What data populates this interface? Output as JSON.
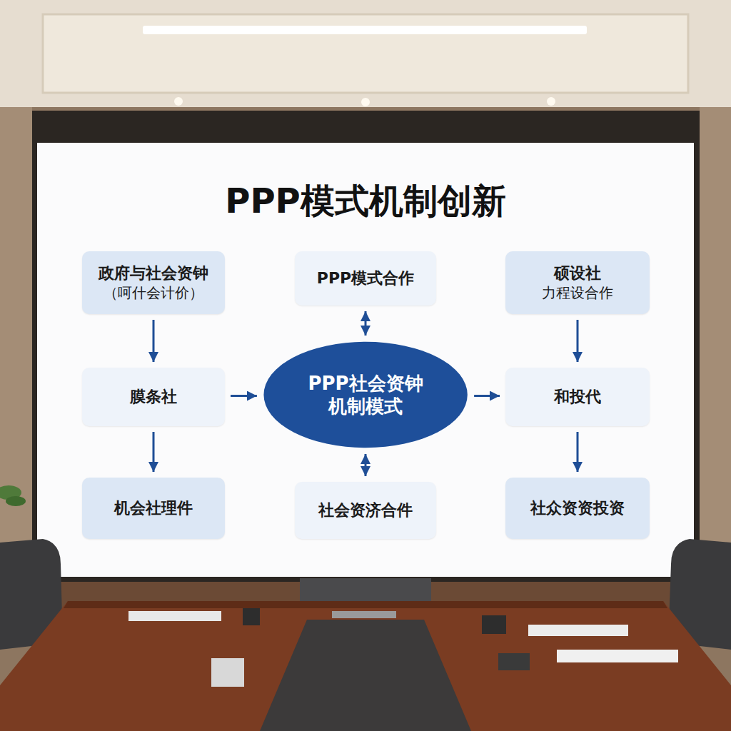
{
  "diagram": {
    "title": "PPP模式机制创新",
    "nodes": [
      {
        "text": [
          "政府与社会资钟",
          "（呵什会计价）"
        ]
      },
      {
        "text": [
          "PPP模式合作"
        ]
      },
      {
        "text": [
          "硕设社",
          "力程设合作"
        ]
      },
      {
        "text": [
          "膜条社"
        ]
      },
      {
        "text": [
          "PPP社会资钟 机制模式"
        ]
      },
      {
        "text": [
          "和投代"
        ]
      },
      {
        "text": [
          "机会社理件"
        ]
      },
      {
        "text": [
          "社会资济合件"
        ]
      },
      {
        "text": [
          "社众资资投资"
        ]
      }
    ],
    "edges": [
      {
        "from": 0,
        "to": 3,
        "arrow": "to"
      },
      {
        "from": 3,
        "to": 6,
        "arrow": "to"
      },
      {
        "from": 3,
        "to": 4,
        "arrow": "to"
      },
      {
        "from": 1,
        "to": 4,
        "arrow": "both"
      },
      {
        "from": 4,
        "to": 7,
        "arrow": "both"
      },
      {
        "from": 4,
        "to": 5,
        "arrow": "to"
      },
      {
        "from": 2,
        "to": 5,
        "arrow": "to"
      },
      {
        "from": 5,
        "to": 8,
        "arrow": "to"
      }
    ]
  }
}
